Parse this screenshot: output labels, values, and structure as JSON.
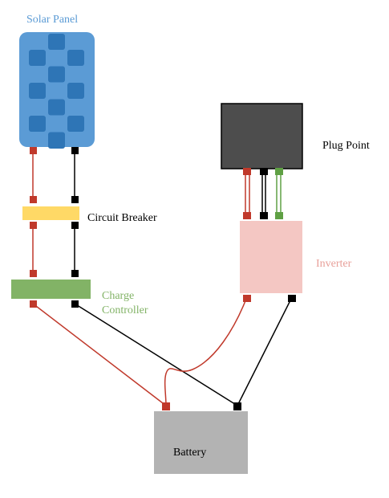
{
  "labels": {
    "solar_panel": "Solar Panel",
    "circuit_breaker": "Circuit Breaker",
    "charge_controller_line1": "Charge",
    "charge_controller_line2": "Controller",
    "plug_point": "Plug Point",
    "inverter": "Inverter",
    "battery": "Battery"
  },
  "colors": {
    "solar_panel_label": "#5b9bd5",
    "solar_panel_body": "#5b9bd5",
    "solar_cell": "#2e75b6",
    "circuit_breaker": "#ffd966",
    "charge_controller": "#82b366",
    "charge_controller_label": "#82b366",
    "plug_point": "#4d4d4d",
    "inverter": "#f4c7c3",
    "inverter_label": "#e8a09a",
    "battery": "#b3b3b3",
    "wire_positive": "#c0392b",
    "wire_negative": "#000000",
    "wire_ground": "#5fa044",
    "text": "#000000"
  }
}
